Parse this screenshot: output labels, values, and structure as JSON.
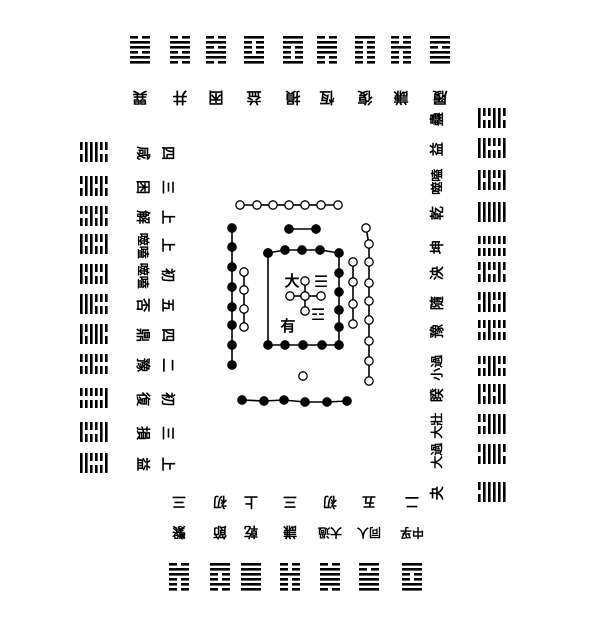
{
  "top": {
    "labels": [
      "巽",
      "井",
      "困",
      "益",
      "損",
      "恆",
      "復",
      "謙",
      "履"
    ],
    "hexagrams": [
      [
        1,
        1,
        0,
        1,
        1,
        0
      ],
      [
        0,
        1,
        0,
        1,
        1,
        0
      ],
      [
        0,
        1,
        1,
        0,
        1,
        0
      ],
      [
        1,
        1,
        0,
        0,
        0,
        1
      ],
      [
        1,
        0,
        0,
        0,
        1,
        1
      ],
      [
        0,
        0,
        1,
        1,
        1,
        0
      ],
      [
        0,
        0,
        0,
        0,
        0,
        1
      ],
      [
        0,
        0,
        0,
        1,
        0,
        0
      ],
      [
        1,
        1,
        1,
        0,
        1,
        1
      ]
    ]
  },
  "left": {
    "rows": [
      {
        "line": "四",
        "name": "咸"
      },
      {
        "line": "三",
        "name": "困"
      },
      {
        "line": "上",
        "name": "解"
      },
      {
        "line": "上",
        "name": "噬嗑"
      },
      {
        "line": "初",
        "name": "噬嗑"
      },
      {
        "line": "五",
        "name": "否"
      },
      {
        "line": "四",
        "name": "鼎"
      },
      {
        "line": "二",
        "name": "豫"
      },
      {
        "line": "初",
        "name": "復"
      },
      {
        "line": "三",
        "name": "損"
      },
      {
        "line": "上",
        "name": "益"
      }
    ],
    "hexagrams": [
      [
        0,
        1,
        1,
        1,
        0,
        0
      ],
      [
        0,
        1,
        1,
        0,
        1,
        0
      ],
      [
        0,
        0,
        1,
        0,
        1,
        0
      ],
      [
        1,
        0,
        1,
        0,
        0,
        1
      ],
      [
        1,
        0,
        1,
        0,
        0,
        1
      ],
      [
        1,
        1,
        1,
        0,
        0,
        0
      ],
      [
        1,
        0,
        1,
        1,
        1,
        0
      ],
      [
        0,
        0,
        1,
        0,
        0,
        0
      ],
      [
        0,
        0,
        0,
        0,
        0,
        1
      ],
      [
        1,
        0,
        0,
        0,
        1,
        1
      ],
      [
        1,
        1,
        0,
        0,
        0,
        1
      ]
    ]
  },
  "right": {
    "rows": [
      "蠱",
      "益",
      "噬嗑",
      "乾",
      "坤",
      "泱",
      "隨",
      "豫",
      "小過",
      "睽",
      "大壯",
      "大過",
      "夬"
    ],
    "hexagrams": [
      [
        1,
        0,
        0,
        1,
        1,
        0
      ],
      [
        1,
        1,
        0,
        0,
        0,
        1
      ],
      [
        1,
        0,
        1,
        0,
        0,
        1
      ],
      [
        1,
        1,
        1,
        1,
        1,
        1
      ],
      [
        0,
        0,
        0,
        0,
        0,
        0
      ],
      [
        0,
        1,
        0,
        0,
        1,
        0
      ],
      [
        0,
        1,
        1,
        0,
        0,
        1
      ],
      [
        0,
        0,
        1,
        0,
        0,
        0
      ],
      [
        0,
        0,
        1,
        1,
        0,
        0
      ],
      [
        1,
        0,
        1,
        0,
        1,
        1
      ],
      [
        0,
        0,
        1,
        1,
        1,
        1
      ],
      [
        0,
        1,
        1,
        1,
        1,
        0
      ],
      [
        0,
        1,
        1,
        1,
        1,
        1
      ]
    ]
  },
  "bottom": {
    "columns": [
      {
        "name": "繫",
        "line": "三"
      },
      {
        "name": "節",
        "line": "初"
      },
      {
        "name": "乾",
        "line": "上"
      },
      {
        "name": "謙",
        "line": "三"
      },
      {
        "name": "大過",
        "line": "初"
      },
      {
        "name": "同人",
        "line": "五"
      },
      {
        "name": "中孚",
        "line": "二"
      }
    ],
    "hexagrams": [
      [
        0,
        0,
        0,
        1,
        1,
        0
      ],
      [
        0,
        1,
        0,
        0,
        1,
        1
      ],
      [
        1,
        1,
        1,
        1,
        1,
        1
      ],
      [
        0,
        0,
        0,
        1,
        0,
        0
      ],
      [
        0,
        1,
        1,
        1,
        1,
        0
      ],
      [
        1,
        1,
        1,
        1,
        0,
        1
      ],
      [
        1,
        1,
        0,
        0,
        1,
        1
      ]
    ]
  },
  "center": {
    "char_top": "大",
    "char_bottom": "有",
    "trigram_top": "☰",
    "trigram_bottom": "☲"
  }
}
